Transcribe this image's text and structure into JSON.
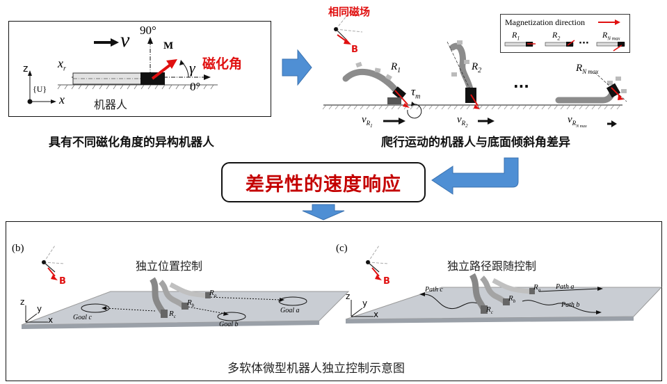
{
  "colors": {
    "red": "#e01010",
    "arrow_blue": "#4f8fd4",
    "surface": "#c9cdd3",
    "robot": "#9a9a9a"
  },
  "left_panel": {
    "velocity": "v",
    "angle_90": "90°",
    "angle_0": "0°",
    "moment": "M",
    "gamma": "γ",
    "mag_angle": "磁化角",
    "axis_z": "z",
    "axis_x": "x",
    "frame": "{U}",
    "xr": "x",
    "xr_sub": "r",
    "robot_label": "机器人"
  },
  "left_caption": "具有不同磁化角度的异构机器人",
  "right_panel": {
    "same_field": "相同磁场",
    "field_b": "B",
    "legend_title": "Magnetization direction",
    "legend_r1": "R",
    "legend_r1_sub": "1",
    "legend_r2": "R",
    "legend_r2_sub": "2",
    "legend_dots": "···",
    "legend_rn": "R",
    "legend_rn_sub": "N max",
    "r1": "R",
    "r1_sub": "1",
    "r2": "R",
    "r2_sub": "2",
    "rn": "R",
    "rn_sub": "N max",
    "tau": "τ",
    "tau_sub": "m",
    "dots": "···",
    "v1": "v",
    "v1_sub": "R",
    "v1_subsub": "1",
    "v2": "v",
    "v2_sub": "R",
    "v2_subsub": "2",
    "vn": "v",
    "vn_sub": "R",
    "vn_subsub": "N max"
  },
  "right_caption": "爬行运动的机器人与底面倾斜角差异",
  "response": "差异性的速度响应",
  "bottom": {
    "panel_b": {
      "tag": "(b)",
      "title": "独立位置控制",
      "field_b": "B",
      "axis_z": "z",
      "axis_y": "y",
      "axis_x": "x",
      "goal_a": "Goal a",
      "goal_b": "Goal b",
      "goal_c": "Goal c",
      "ra": "R",
      "ra_sub": "a",
      "rb": "R",
      "rb_sub": "b",
      "rc": "R",
      "rc_sub": "c"
    },
    "panel_c": {
      "tag": "(c)",
      "title": "独立路径跟随控制",
      "field_b": "B",
      "axis_z": "z",
      "axis_y": "y",
      "axis_x": "x",
      "path_a": "Path a",
      "path_b": "Path b",
      "path_c": "Path c",
      "ra": "R",
      "ra_sub": "a",
      "rb": "R",
      "rb_sub": "b",
      "rc": "R",
      "rc_sub": "c"
    },
    "caption": "多软体微型机器人独立控制示意图"
  }
}
